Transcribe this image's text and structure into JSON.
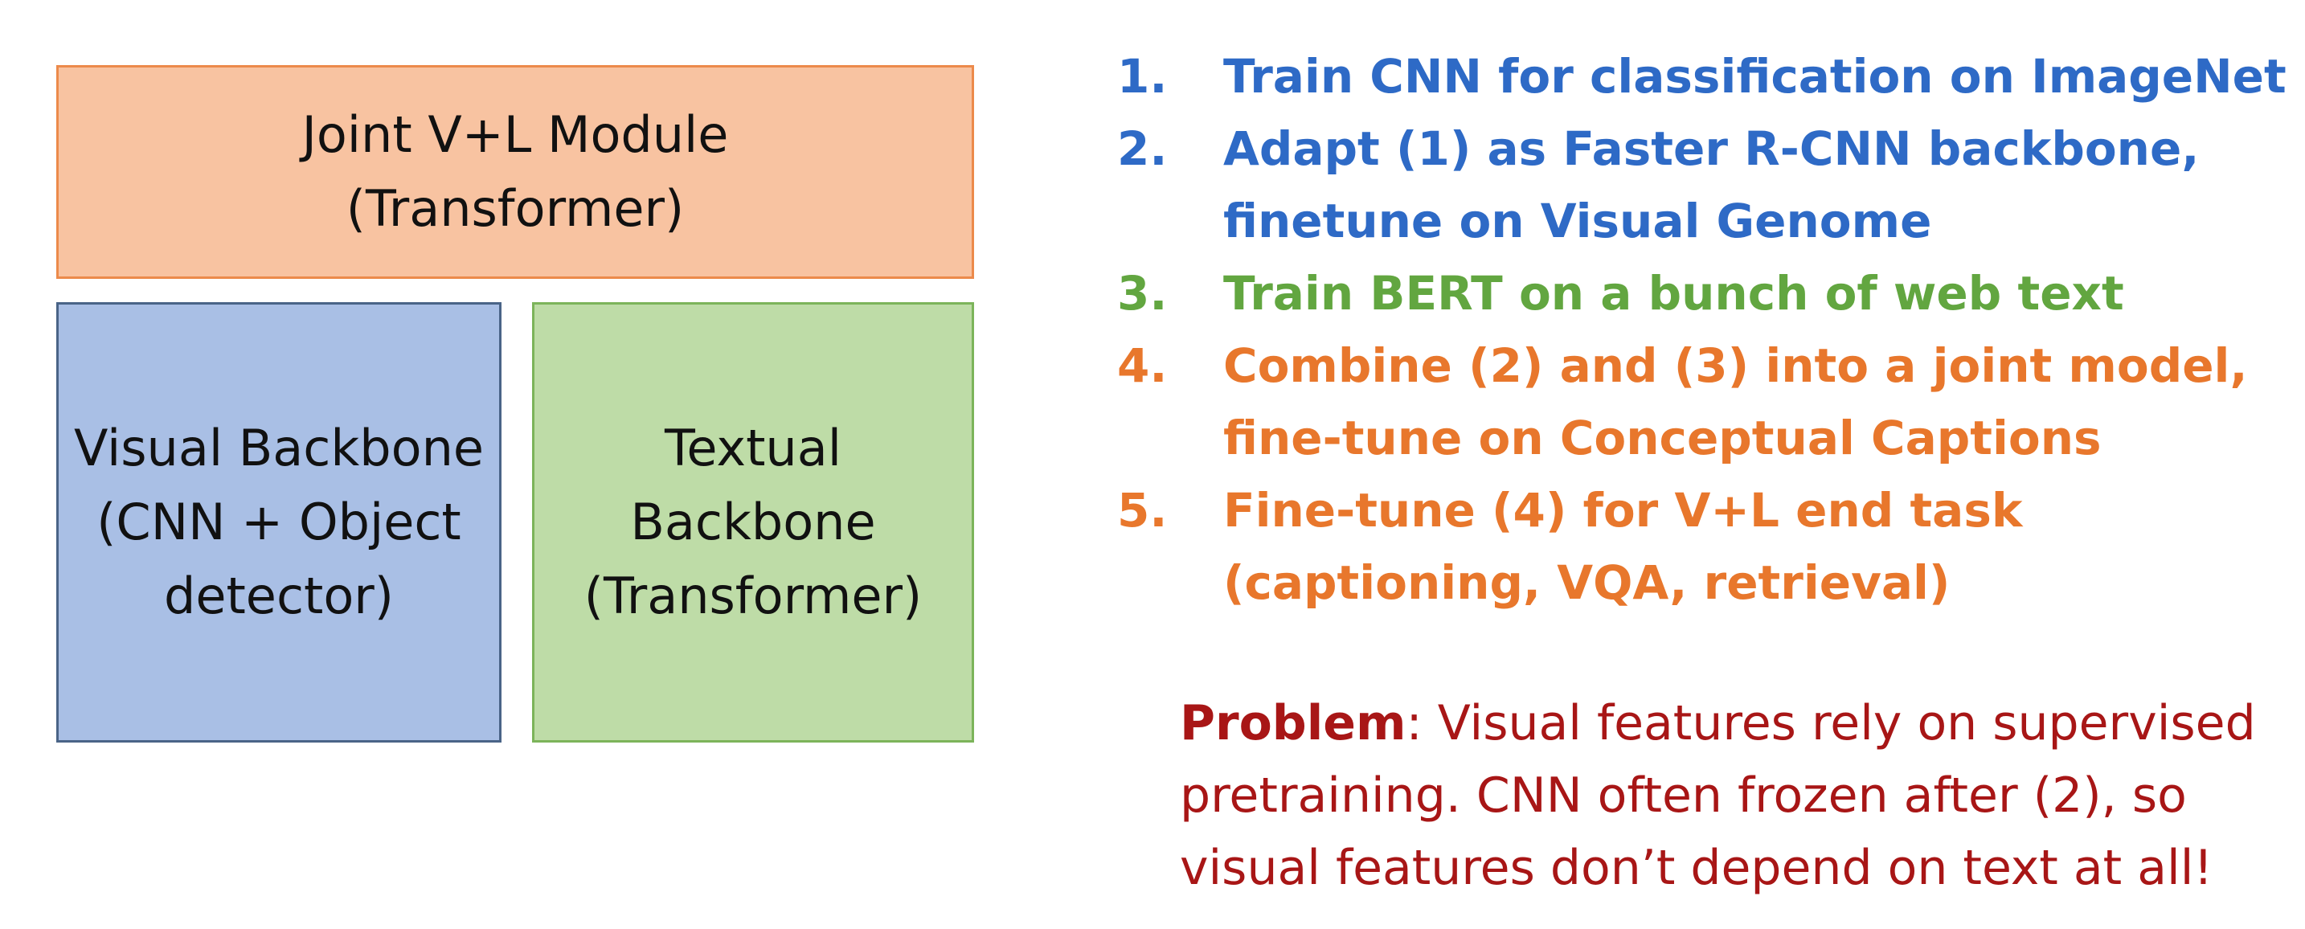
{
  "diagram": {
    "joint_module": "Joint V+L Module\n(Transformer)",
    "visual_backbone": "Visual Backbone\n(CNN + Object\ndetector)",
    "textual_backbone": "Textual\nBackbone\n(Transformer)"
  },
  "steps": [
    {
      "number": "1.",
      "lines": [
        "Train CNN for classification on ImageNet"
      ],
      "color": "#2e6ac6"
    },
    {
      "number": "2.",
      "lines": [
        "Adapt (1) as Faster R-CNN backbone,",
        "finetune on Visual Genome"
      ],
      "color": "#2e6ac6"
    },
    {
      "number": "3.",
      "lines": [
        "Train BERT on a bunch of web text"
      ],
      "color": "#62a640"
    },
    {
      "number": "4.",
      "lines": [
        "Combine (2) and (3) into a joint model,",
        "fine-tune on Conceptual Captions"
      ],
      "color": "#e8772c"
    },
    {
      "number": "5.",
      "lines": [
        "Fine-tune (4) for V+L end task",
        "(captioning, VQA, retrieval)"
      ],
      "color": "#e8772c"
    }
  ],
  "problem": {
    "label": "Problem",
    "line1_rest": ": Visual features rely on supervised",
    "line2": "pretraining. CNN often frozen after (2), so",
    "line3": "visual features don’t depend on text at all!",
    "color": "#a81616"
  }
}
